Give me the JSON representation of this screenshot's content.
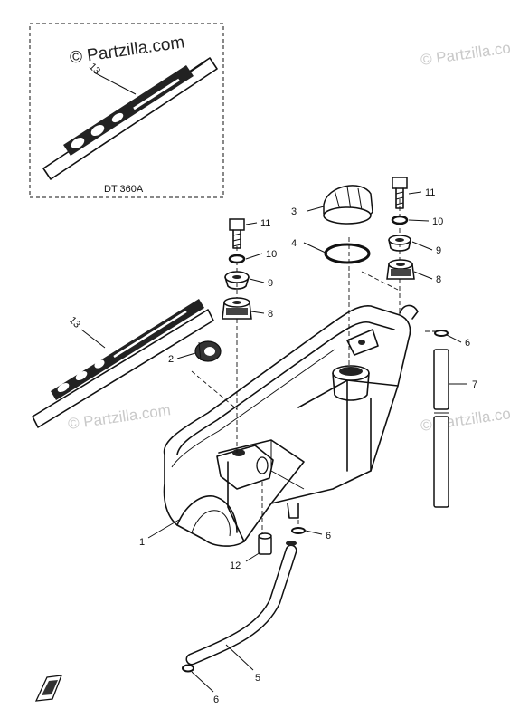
{
  "watermarks": {
    "main": "© Partzilla.com",
    "right_top": "© Partzilla.com",
    "center": "© Partzilla.com",
    "right_mid": "© Partzilla.com"
  },
  "inset": {
    "caption": "DT 360A",
    "callout_13": "13"
  },
  "callouts": {
    "c1": "1",
    "c2": "2",
    "c3": "3",
    "c4": "4",
    "c5": "5",
    "c6a": "6",
    "c6b": "6",
    "c6c": "6",
    "c7": "7",
    "c8a": "8",
    "c8b": "8",
    "c9a": "9",
    "c9b": "9",
    "c10a": "10",
    "c10b": "10",
    "c11a": "11",
    "c11b": "11",
    "c12": "12",
    "c13": "13"
  }
}
